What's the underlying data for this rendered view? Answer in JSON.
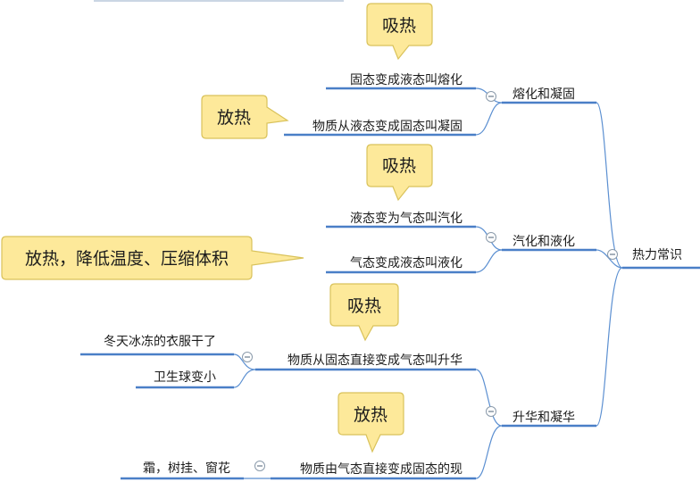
{
  "root": {
    "label": "热力常识"
  },
  "branches": [
    {
      "label": "熔化和凝固",
      "children": [
        {
          "label": "固态变成液态叫熔化",
          "note": "吸热"
        },
        {
          "label": "物质从液态变成固态叫凝固",
          "note": "放热"
        }
      ]
    },
    {
      "label": "汽化和液化",
      "children": [
        {
          "label": "液态变为气态叫汽化",
          "note": "吸热"
        },
        {
          "label": "气态变成液态叫液化",
          "note": "放热，降低温度、压缩体积"
        }
      ]
    },
    {
      "label": "升华和凝华",
      "children": [
        {
          "label": "物质从固态直接变成气态叫升华",
          "note": "吸热",
          "examples": [
            "冬天冰冻的衣服干了",
            "卫生球变小"
          ]
        },
        {
          "label": "物质由气态直接变成固态的现",
          "note": "放热",
          "examples": [
            "霜，树挂、窗花"
          ]
        }
      ]
    }
  ],
  "colors": {
    "connector": "#5b8fd1",
    "underline": "#4a7fc7",
    "callout_fill": "#fde99a",
    "callout_border": "#d9c25a"
  }
}
